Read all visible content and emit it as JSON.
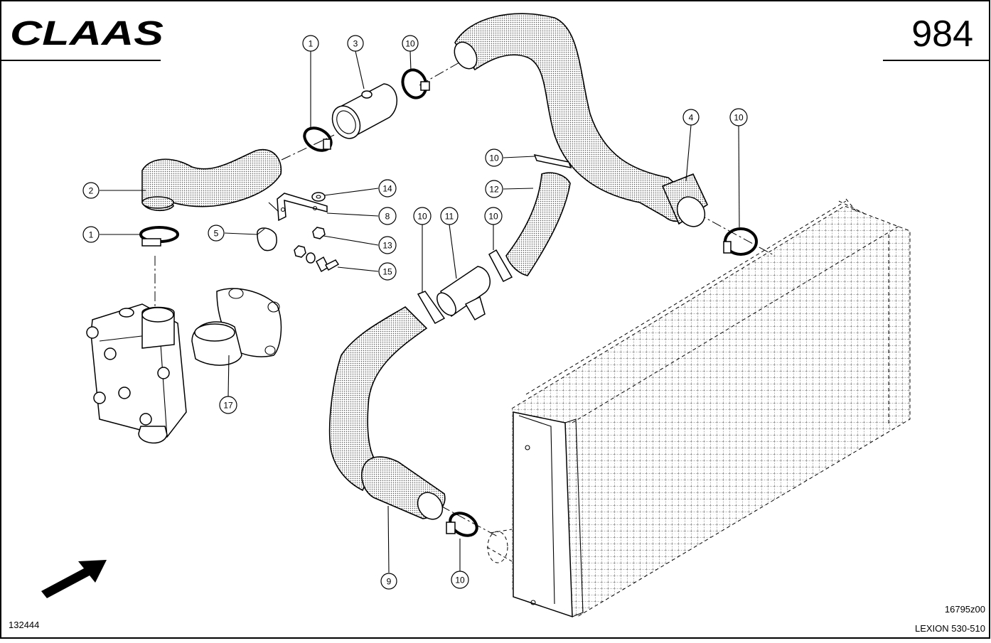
{
  "brand": "CLAAS",
  "page_number": "984",
  "figure_id": "132444",
  "drawing_id": "16795z00",
  "model": "LEXION 530-510",
  "callouts": {
    "c1a": "1",
    "c1b": "1",
    "c2": "2",
    "c3": "3",
    "c4": "4",
    "c5": "5",
    "c8": "8",
    "c9": "9",
    "c10a": "10",
    "c10b": "10",
    "c10c": "10",
    "c10d": "10",
    "c10e": "10",
    "c10f": "10",
    "c11": "11",
    "c12": "12",
    "c13": "13",
    "c14": "14",
    "c15": "15",
    "c17": "17"
  }
}
